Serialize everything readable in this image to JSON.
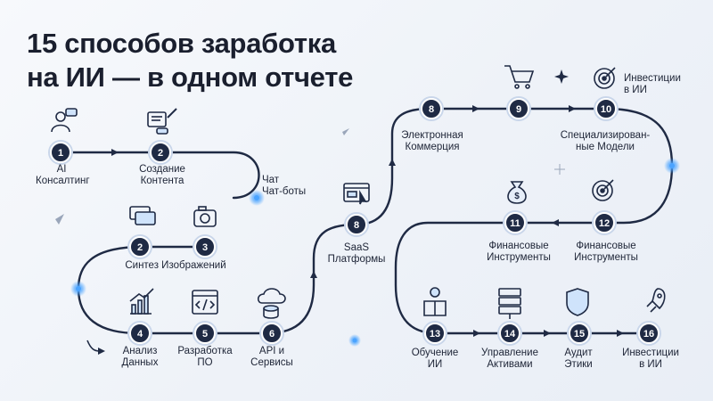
{
  "title": {
    "line1": "15 способов заработка",
    "line2": "на ИИ — в одном отчете"
  },
  "steps": [
    {
      "num": "1",
      "label": [
        "AI",
        "Консалтинг"
      ],
      "icon": "consultant-icon"
    },
    {
      "num": "2",
      "label": [
        "Создание",
        "Контента"
      ],
      "icon": "content-robot-icon"
    },
    {
      "num": "",
      "label": [
        "Чат",
        "Чат-боты"
      ],
      "icon": ""
    },
    {
      "num": "2",
      "label": [
        "Синтез Изображений"
      ],
      "icon": "chat-bubbles-icon"
    },
    {
      "num": "3",
      "label": [],
      "icon": "camera-icon"
    },
    {
      "num": "4",
      "label": [
        "Анализ",
        "Данных"
      ],
      "icon": "chart-icon"
    },
    {
      "num": "5",
      "label": [
        "Разработка",
        "ПО"
      ],
      "icon": "code-window-icon"
    },
    {
      "num": "6",
      "label": [
        "API и",
        "Сервисы"
      ],
      "icon": "cloud-database-icon"
    },
    {
      "num": "8",
      "label": [
        "SaaS",
        "Платформы"
      ],
      "icon": "browser-cursor-icon"
    },
    {
      "num": "8",
      "label": [
        "Электронная",
        "Коммерция"
      ],
      "icon": ""
    },
    {
      "num": "9",
      "label": [],
      "icon": "shopping-cart-icon"
    },
    {
      "num": "10",
      "label": [
        "Специализирован-",
        "ные Модели"
      ],
      "icon": "target-icon"
    },
    {
      "num": "",
      "label": [
        "Инвестиции",
        "в ИИ"
      ],
      "icon": ""
    },
    {
      "num": "11",
      "label": [
        "Финансовые",
        "Инструменты"
      ],
      "icon": "money-bag-icon"
    },
    {
      "num": "12",
      "label": [
        "Финансовые",
        "Инструменты"
      ],
      "icon": "target-icon"
    },
    {
      "num": "13",
      "label": [
        "Обучение",
        "ИИ"
      ],
      "icon": "book-bulb-icon"
    },
    {
      "num": "14",
      "label": [
        "Управление",
        "Активами"
      ],
      "icon": "server-icon"
    },
    {
      "num": "15",
      "label": [
        "Аудит",
        "Этики"
      ],
      "icon": "shield-icon"
    },
    {
      "num": "16",
      "label": [
        "Инвестиции",
        "в ИИ"
      ],
      "icon": "rocket-icon"
    }
  ],
  "colors": {
    "path": "#1f2a44",
    "node": "#1f2a44",
    "glow": "#4aa3ff",
    "background": "#f1f4f9"
  }
}
